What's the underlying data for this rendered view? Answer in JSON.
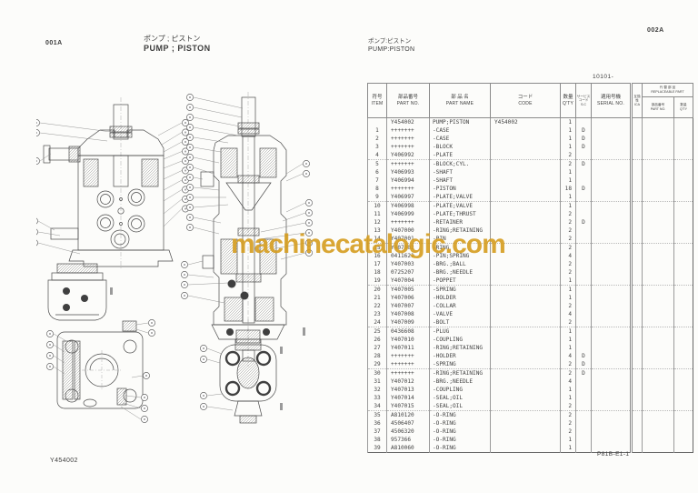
{
  "page": {
    "code_left": "001A",
    "code_right": "002A",
    "title_jp": "ポンプ ; ピストン",
    "title_en": "PUMP ; PISTON",
    "subtitle_jp": "ポンプ:ピストン",
    "subtitle_en": "PUMP:PISTON",
    "serial_range": "10101-",
    "figure_number": "Y454002",
    "doc_number": "P81B-E1-1"
  },
  "watermark": {
    "text": "machinecatalogic.com",
    "color": "#D59C1E"
  },
  "table": {
    "headers": {
      "item_jp": "符号",
      "item_en": "ITEM",
      "part_no_jp": "部品番号",
      "part_no_en": "PART NO.",
      "part_name_jp": "部 品 名",
      "part_name_en": "PART NAME",
      "code_jp": "コード",
      "code_en": "CODE",
      "qty_jp": "数量",
      "qty_en": "Q'TY",
      "sc_jp1": "サービス",
      "sc_jp2": "コード",
      "sc_en": "S.C",
      "serial_jp": "適用号機",
      "serial_en": "SERIAL NO.",
      "ica_jp": "互換性",
      "ica_en": "ICA",
      "repl_jp": "代 替 部 品",
      "repl_en": "REPLACEABLE PART",
      "repl_part_jp": "部品番号",
      "repl_part_en": "PART NO.",
      "repl_qty_jp": "数量",
      "repl_qty_en": "Q'TY"
    },
    "rows": [
      {
        "item": "",
        "part_no": "Y454002",
        "name": "PUMP;PISTON",
        "code": "Y454002",
        "qty": 1,
        "sc": ""
      },
      {
        "item": 1,
        "part_no": "+++++++",
        "name": "-CASE",
        "code": "",
        "qty": 1,
        "sc": "D"
      },
      {
        "item": 2,
        "part_no": "+++++++",
        "name": "-CASE",
        "code": "",
        "qty": 1,
        "sc": "D"
      },
      {
        "item": 3,
        "part_no": "+++++++",
        "name": "-BLOCK",
        "code": "",
        "qty": 1,
        "sc": "D"
      },
      {
        "item": 4,
        "part_no": "Y406992",
        "name": "-PLATE",
        "code": "",
        "qty": 2,
        "sc": ""
      },
      {
        "item": 5,
        "part_no": "+++++++",
        "name": "-BLOCK;CYL.",
        "code": "",
        "qty": 2,
        "sc": "D"
      },
      {
        "item": 6,
        "part_no": "Y406993",
        "name": "-SHAFT",
        "code": "",
        "qty": 1,
        "sc": ""
      },
      {
        "item": 7,
        "part_no": "Y406994",
        "name": "-SHAFT",
        "code": "",
        "qty": 1,
        "sc": ""
      },
      {
        "item": 8,
        "part_no": "+++++++",
        "name": "-PISTON",
        "code": "",
        "qty": 18,
        "sc": "D"
      },
      {
        "item": 9,
        "part_no": "Y406997",
        "name": "-PLATE;VALVE",
        "code": "",
        "qty": 1,
        "sc": ""
      },
      {
        "item": 10,
        "part_no": "Y406998",
        "name": "-PLATE;VALVE",
        "code": "",
        "qty": 1,
        "sc": ""
      },
      {
        "item": 11,
        "part_no": "Y406999",
        "name": "-PLATE;THRUST",
        "code": "",
        "qty": 2,
        "sc": ""
      },
      {
        "item": 12,
        "part_no": "+++++++",
        "name": "-RETAINER",
        "code": "",
        "qty": 2,
        "sc": "D"
      },
      {
        "item": 13,
        "part_no": "Y407000",
        "name": "-RING;RETAINING",
        "code": "",
        "qty": 2,
        "sc": ""
      },
      {
        "item": 14,
        "part_no": "Y407001",
        "name": "-PIN",
        "code": "",
        "qty": 2,
        "sc": ""
      },
      {
        "item": 15,
        "part_no": "Y407002",
        "name": "-RING",
        "code": "",
        "qty": 2,
        "sc": ""
      },
      {
        "item": 16,
        "part_no": "0411621",
        "name": "-PIN;SPRING",
        "code": "",
        "qty": 4,
        "sc": ""
      },
      {
        "item": 17,
        "part_no": "Y407003",
        "name": "-BRG.;BALL",
        "code": "",
        "qty": 2,
        "sc": ""
      },
      {
        "item": 18,
        "part_no": "0725207",
        "name": "-BRG.;NEEDLE",
        "code": "",
        "qty": 2,
        "sc": ""
      },
      {
        "item": 19,
        "part_no": "Y407004",
        "name": "-POPPET",
        "code": "",
        "qty": 1,
        "sc": ""
      },
      {
        "item": 20,
        "part_no": "Y407005",
        "name": "-SPRING",
        "code": "",
        "qty": 1,
        "sc": ""
      },
      {
        "item": 21,
        "part_no": "Y407006",
        "name": "-HOLDER",
        "code": "",
        "qty": 1,
        "sc": ""
      },
      {
        "item": 22,
        "part_no": "Y407007",
        "name": "-COLLAR",
        "code": "",
        "qty": 2,
        "sc": ""
      },
      {
        "item": 23,
        "part_no": "Y407008",
        "name": "-VALVE",
        "code": "",
        "qty": 4,
        "sc": ""
      },
      {
        "item": 24,
        "part_no": "Y407009",
        "name": "-BOLT",
        "code": "",
        "qty": 2,
        "sc": ""
      },
      {
        "item": 25,
        "part_no": "0436608",
        "name": "-PLUG",
        "code": "",
        "qty": 1,
        "sc": ""
      },
      {
        "item": 26,
        "part_no": "Y407010",
        "name": "-COUPLING",
        "code": "",
        "qty": 1,
        "sc": ""
      },
      {
        "item": 27,
        "part_no": "Y407011",
        "name": "-RING;RETAINING",
        "code": "",
        "qty": 1,
        "sc": ""
      },
      {
        "item": 28,
        "part_no": "+++++++",
        "name": "-HOLDER",
        "code": "",
        "qty": 4,
        "sc": "D"
      },
      {
        "item": 29,
        "part_no": "+++++++",
        "name": "-SPRING",
        "code": "",
        "qty": 2,
        "sc": "D"
      },
      {
        "item": 30,
        "part_no": "+++++++",
        "name": "-RING;RETAINING",
        "code": "",
        "qty": 2,
        "sc": "D"
      },
      {
        "item": 31,
        "part_no": "Y407012",
        "name": "-BRG.;NEEDLE",
        "code": "",
        "qty": 4,
        "sc": ""
      },
      {
        "item": 32,
        "part_no": "Y407013",
        "name": "-COUPLING",
        "code": "",
        "qty": 1,
        "sc": ""
      },
      {
        "item": 33,
        "part_no": "Y407014",
        "name": "-SEAL;OIL",
        "code": "",
        "qty": 1,
        "sc": ""
      },
      {
        "item": 34,
        "part_no": "Y407015",
        "name": "-SEAL;OIL",
        "code": "",
        "qty": 2,
        "sc": ""
      },
      {
        "item": 35,
        "part_no": "A810120",
        "name": "-O-RING",
        "code": "",
        "qty": 2,
        "sc": ""
      },
      {
        "item": 36,
        "part_no": "4506407",
        "name": "-O-RING",
        "code": "",
        "qty": 2,
        "sc": ""
      },
      {
        "item": 37,
        "part_no": "4506320",
        "name": "-O-RING",
        "code": "",
        "qty": 2,
        "sc": ""
      },
      {
        "item": 38,
        "part_no": "957366",
        "name": "-O-RING",
        "code": "",
        "qty": 1,
        "sc": ""
      },
      {
        "item": 39,
        "part_no": "A810060",
        "name": "-O-RING",
        "code": "",
        "qty": 1,
        "sc": ""
      }
    ]
  }
}
